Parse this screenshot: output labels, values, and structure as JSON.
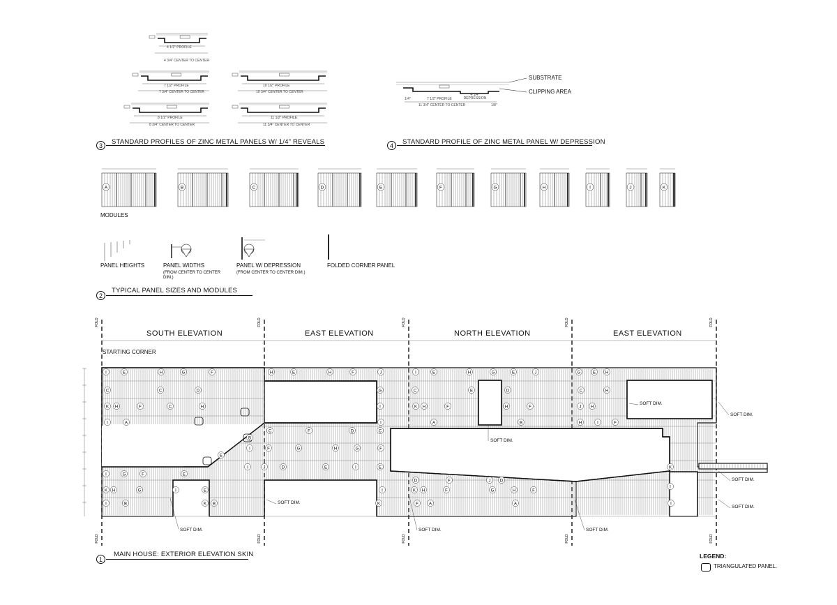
{
  "detail3": {
    "number": "3",
    "title": "STANDARD PROFILES OF ZINC METAL PANELS W/ 1/4\" REVEALS",
    "profiles": [
      {
        "profile": "4 1/2\" PROFILE",
        "center": "4 3/4\" CENTER TO CENTER"
      },
      {
        "profile": "7 1/2\" PROFILE",
        "center": "7 3/4\" CENTER TO CENTER"
      },
      {
        "profile": "10 1/2\" PROFILE",
        "center": "10 3/4\" CENTER TO CENTER"
      },
      {
        "profile": "8 1/2\" PROFILE",
        "center": "8 3/4\" CENTER TO CENTER"
      },
      {
        "profile": "11 1/2\" PROFILE",
        "center": "11 3/4\" CENTER TO CENTER"
      }
    ],
    "reveal": "1/4\""
  },
  "detail4": {
    "number": "4",
    "title": "STANDARD PROFILE OF ZINC METAL PANEL W/ DEPRESSION",
    "substrate": "SUBSTRATE",
    "clipping": "CLIPPING AREA",
    "profile": "7 1/2\" PROFILE",
    "center": "11 3/4\" CENTER TO CENTER",
    "depression": "4 1/4\" DEPRESSION",
    "reveal": "1/4\"",
    "eighth": "1/8\""
  },
  "modules": {
    "label": "MODULES",
    "letters": [
      "A",
      "B",
      "C",
      "D",
      "E",
      "F",
      "G",
      "H",
      "I",
      "J",
      "K"
    ]
  },
  "detail2": {
    "number": "2",
    "title": "TYPICAL PANEL SIZES AND MODULES",
    "panel_heights": "PANEL HEIGHTS",
    "panel_widths": "PANEL WIDTHS",
    "panel_widths_note": "(FROM CENTER TO CENTER DIM.)",
    "panel_depression": "PANEL W/ DEPRESSION",
    "panel_depression_note": "(FROM CENTER TO CENTER DIM.)",
    "folded_corner": "FOLDED CORNER PANEL"
  },
  "detail1": {
    "number": "1",
    "title": "MAIN HOUSE: EXTERIOR ELEVATION SKIN",
    "starting_corner": "STARTING CORNER",
    "soft_dim": "SOFT DIM.",
    "fold": "FOLD",
    "elevations": [
      "SOUTH ELEVATION",
      "EAST ELEVATION",
      "NORTH ELEVATION",
      "EAST ELEVATION"
    ]
  },
  "legend": {
    "title": "LEGEND:",
    "item": "TRIANGULATED PANEL."
  }
}
